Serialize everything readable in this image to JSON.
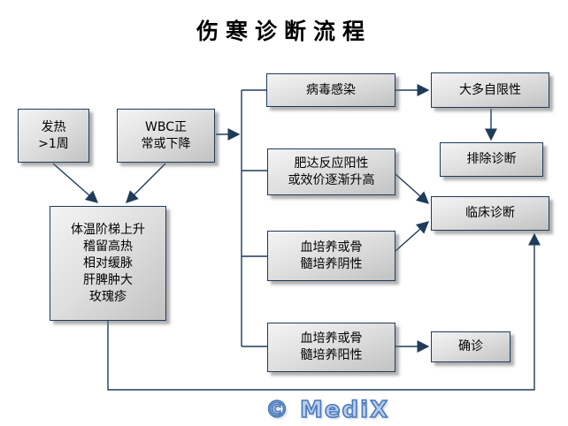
{
  "title": "伤寒诊断流程",
  "watermark": "© MediX",
  "colors": {
    "line": "#1e3c5a",
    "box_border": "#1d3c5c",
    "box_fill_light": "#f4f4f4",
    "box_fill_dark": "#c2c2c2",
    "watermark_blue": "#4a79bb",
    "title_color": "#000000"
  },
  "nodes": {
    "fever": {
      "lines": [
        "发热",
        ">1周"
      ]
    },
    "wbc": {
      "lines": [
        "WBC正",
        "常或下降"
      ]
    },
    "symptoms": {
      "lines": [
        "体温阶梯上升",
        "稽留高热",
        "相对缓脉",
        "肝脾肿大",
        "玫瑰疹"
      ]
    },
    "viral": {
      "lines": [
        "病毒感染"
      ]
    },
    "self_limiting": {
      "lines": [
        "大多自限性"
      ]
    },
    "exclude": {
      "lines": [
        "排除诊断"
      ]
    },
    "widal": {
      "lines": [
        "肥达反应阳性",
        "或效价逐渐升高"
      ]
    },
    "clinical": {
      "lines": [
        "临床诊断"
      ]
    },
    "culture_negative": {
      "lines": [
        "血培养或骨",
        "髓培养阴性"
      ]
    },
    "culture_positive": {
      "lines": [
        "血培养或骨",
        "髓培养阳性"
      ]
    },
    "confirmed": {
      "lines": [
        "确诊"
      ]
    }
  }
}
